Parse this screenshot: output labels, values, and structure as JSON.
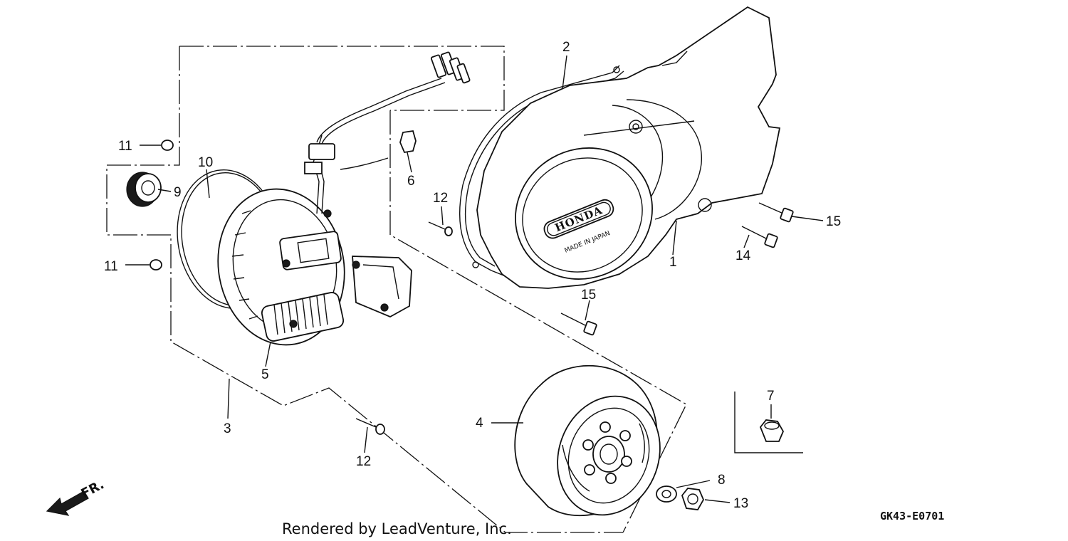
{
  "diagram": {
    "credit": "Rendered by LeadVenture, Inc.",
    "diagram_code": "GK43-E0701",
    "direction_label": "FR.",
    "cover_brand": "HONDA",
    "cover_stamp": "MADE IN JAPAN",
    "callouts": [
      {
        "id": "1",
        "label": "1"
      },
      {
        "id": "2",
        "label": "2"
      },
      {
        "id": "3",
        "label": "3"
      },
      {
        "id": "4",
        "label": "4"
      },
      {
        "id": "5",
        "label": "5"
      },
      {
        "id": "6",
        "label": "6"
      },
      {
        "id": "7",
        "label": "7"
      },
      {
        "id": "8",
        "label": "8"
      },
      {
        "id": "9",
        "label": "9"
      },
      {
        "id": "10",
        "label": "10"
      },
      {
        "id": "11a",
        "label": "11"
      },
      {
        "id": "11b",
        "label": "11"
      },
      {
        "id": "12a",
        "label": "12"
      },
      {
        "id": "12b",
        "label": "12"
      },
      {
        "id": "13",
        "label": "13"
      },
      {
        "id": "14",
        "label": "14"
      },
      {
        "id": "15a",
        "label": "15"
      },
      {
        "id": "15b",
        "label": "15"
      }
    ]
  }
}
